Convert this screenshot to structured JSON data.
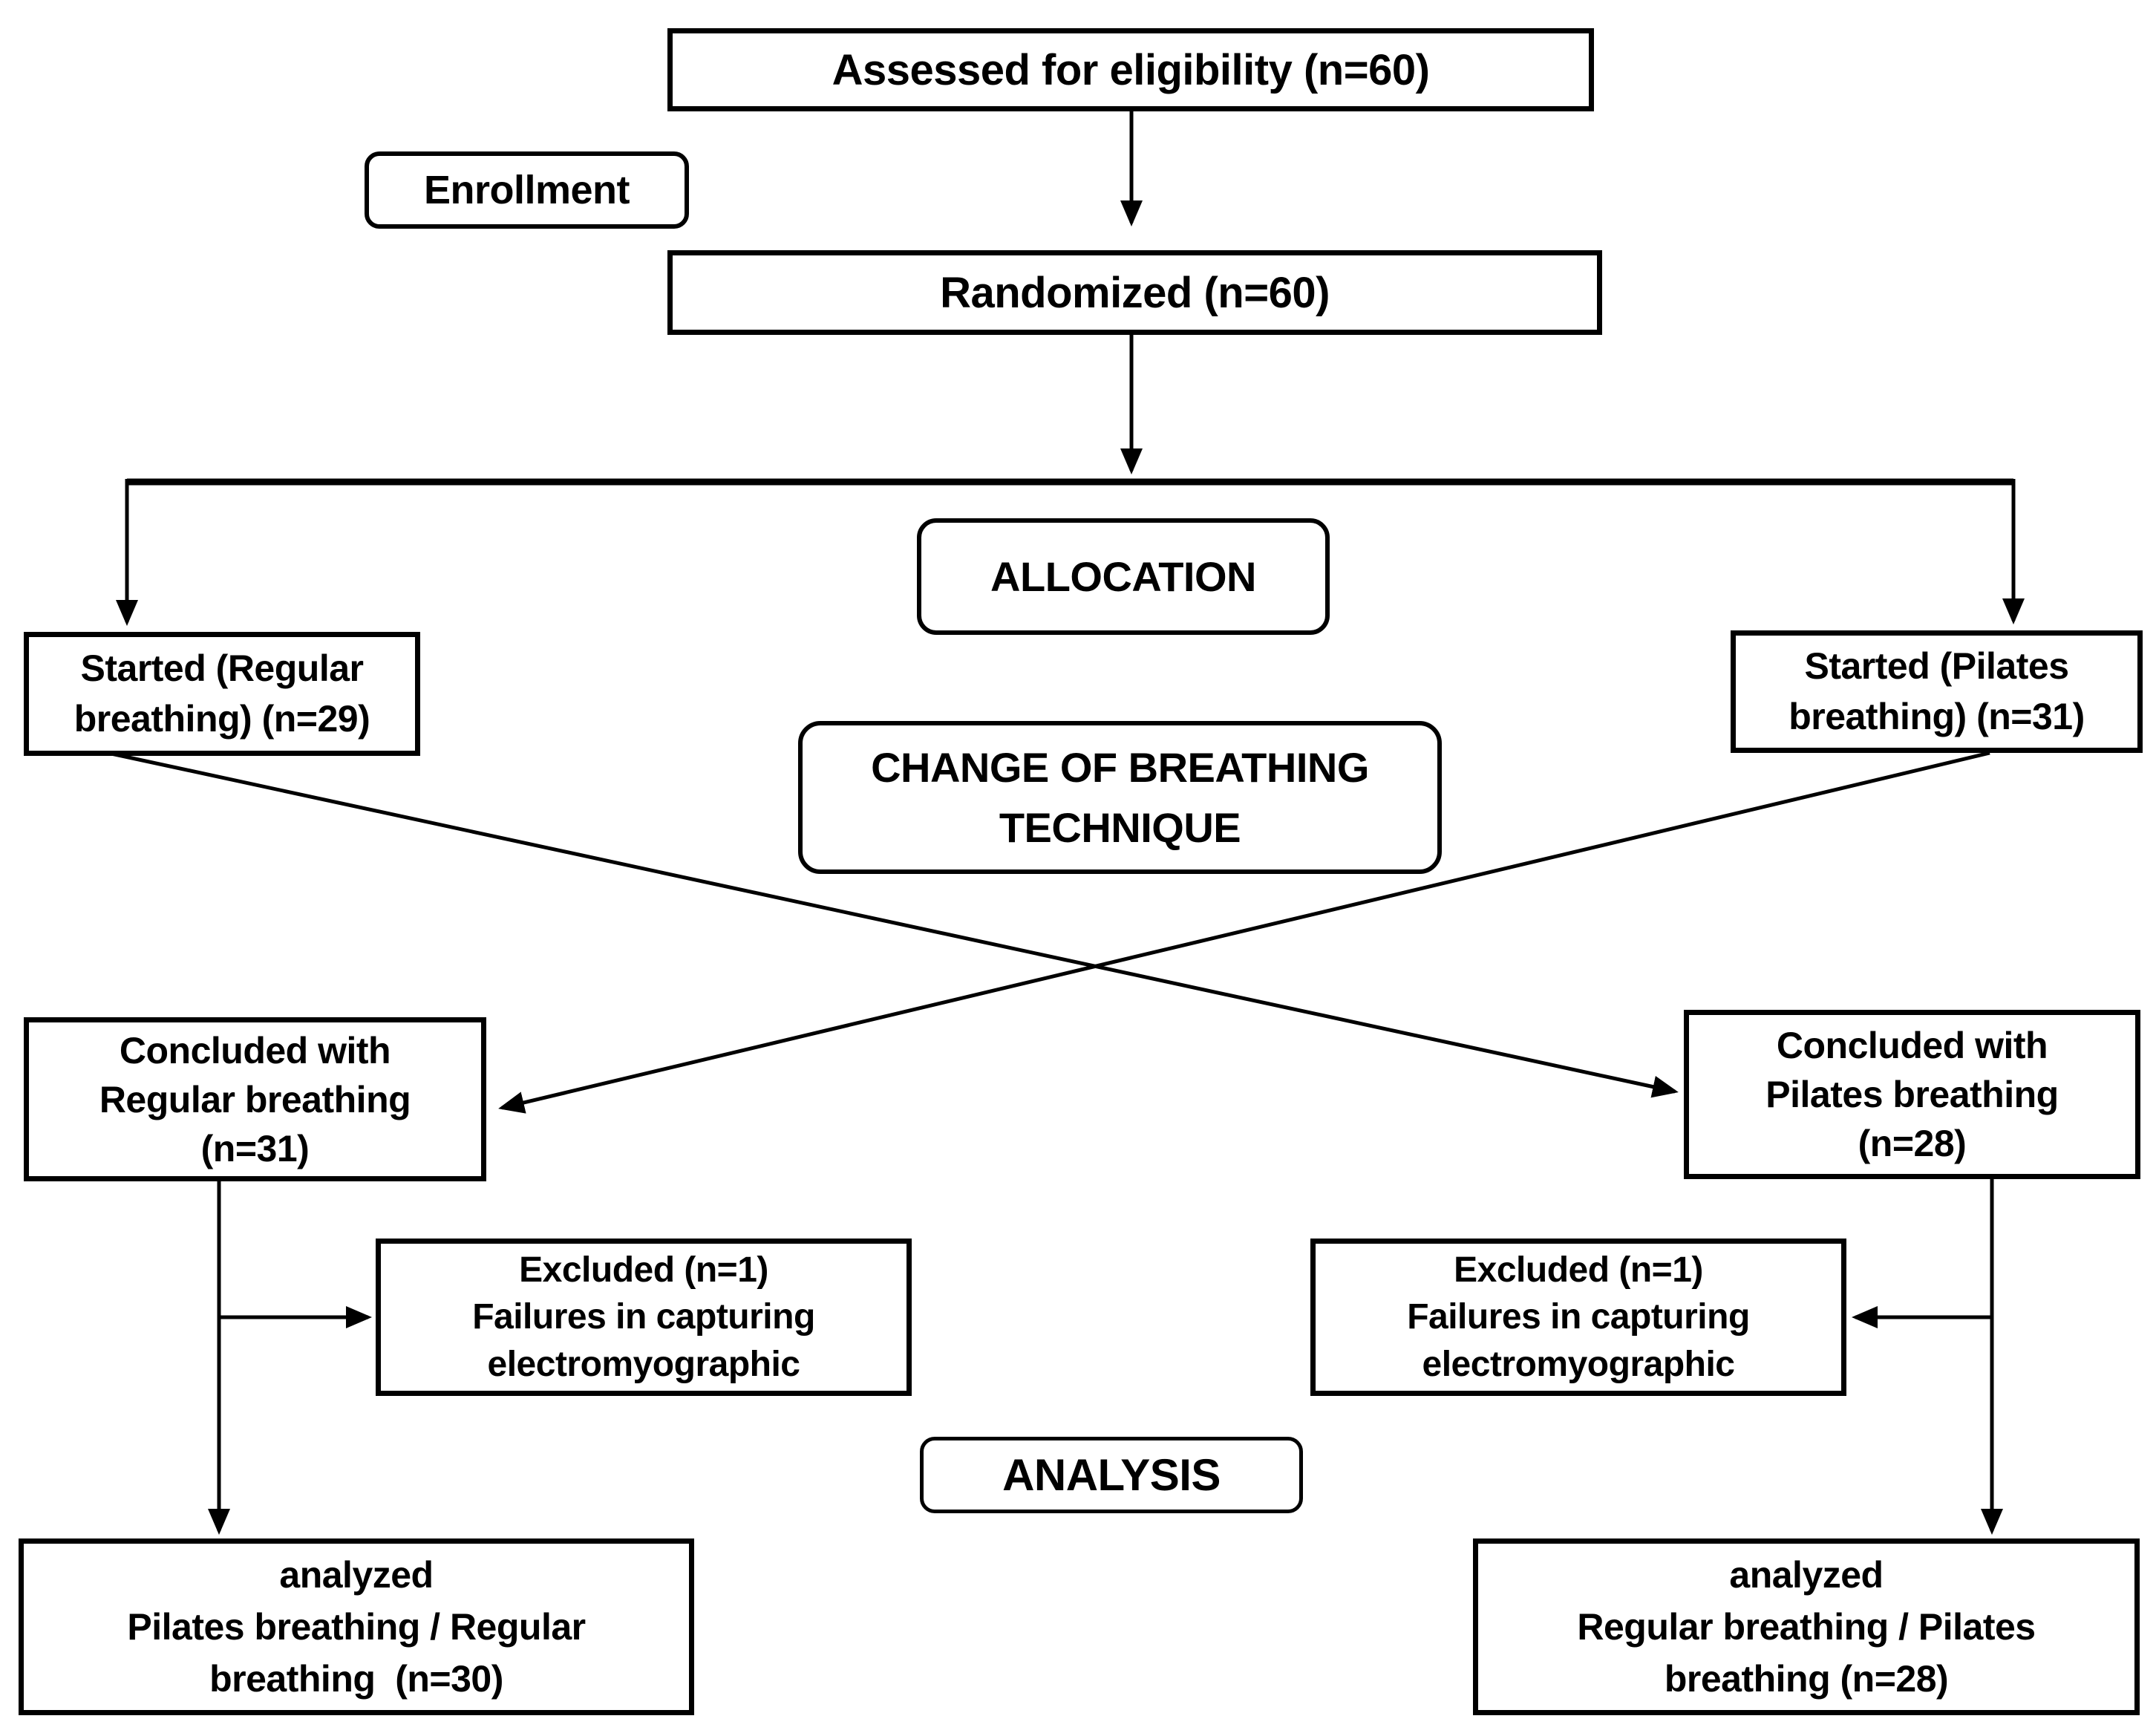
{
  "nodes": {
    "assessed": {
      "label": "Assessed for eligibility (n=60)"
    },
    "enrollment": {
      "label": "Enrollment"
    },
    "randomized": {
      "label": "Randomized (n=60)"
    },
    "allocation": {
      "label": "ALLOCATION"
    },
    "started_regular": {
      "line1": "Started (Regular",
      "line2": "breathing) (n=29)"
    },
    "started_pilates": {
      "line1": "Started (Pilates",
      "line2": "breathing) (n=31)"
    },
    "change_technique": {
      "line1": "CHANGE OF BREATHING",
      "line2": "TECHNIQUE"
    },
    "concluded_regular": {
      "line1": "Concluded with",
      "line2": "Regular breathing",
      "line3": "(n=31)"
    },
    "concluded_pilates": {
      "line1": "Concluded with",
      "line2": "Pilates breathing",
      "line3": "(n=28)"
    },
    "excluded_left": {
      "line1": "Excluded (n=1)",
      "line2": "Failures in capturing",
      "line3": "electromyographic"
    },
    "excluded_right": {
      "line1": "Excluded (n=1)",
      "line2": "Failures in capturing",
      "line3": "electromyographic"
    },
    "analysis": {
      "label": "ANALYSIS"
    },
    "analyzed_left": {
      "line1": "analyzed",
      "line2": "Pilates breathing / Regular",
      "line3": "breathing  (n=30)"
    },
    "analyzed_right": {
      "line1": "analyzed",
      "line2": "Regular breathing / Pilates",
      "line3": "breathing (n=28)"
    }
  },
  "colors": {
    "line": "#000000",
    "box_border": "#000000",
    "box_background": "#ffffff",
    "text": "#000000",
    "page_background": "#ffffff"
  }
}
